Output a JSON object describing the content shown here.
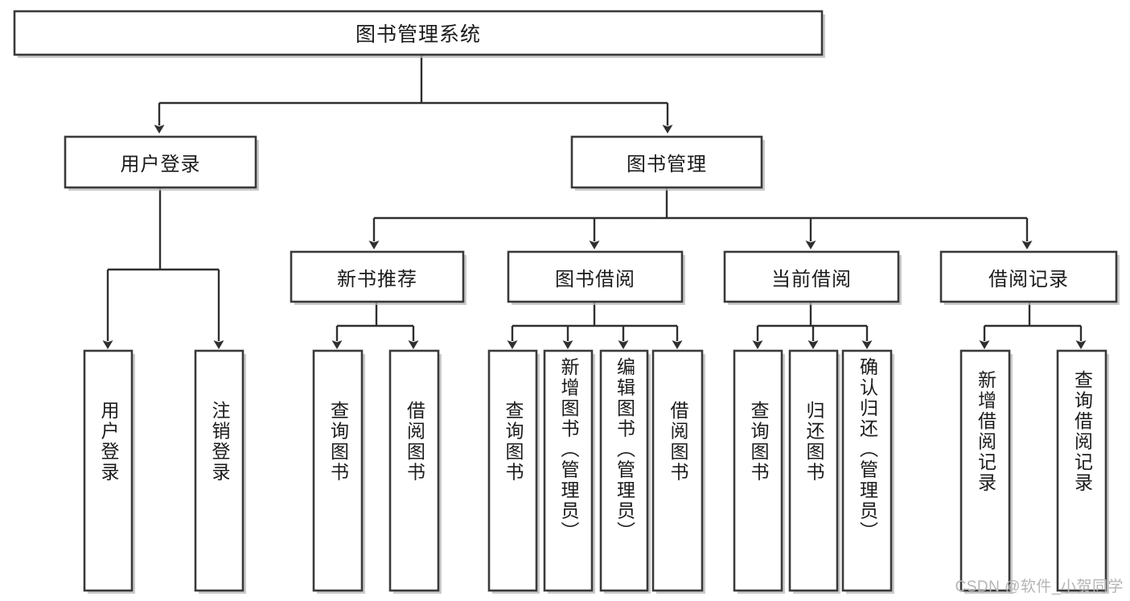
{
  "diagram": {
    "title": "图书管理系统",
    "type": "hierarchy-tree",
    "watermark": "CSDN @软件_小贺同学",
    "root": {
      "label": "图书管理系统",
      "children": [
        {
          "label": "用户登录",
          "children": [
            {
              "label": "用户登录"
            },
            {
              "label": "注销登录"
            }
          ]
        },
        {
          "label": "图书管理",
          "children": [
            {
              "label": "新书推荐",
              "children": [
                {
                  "label": "查询图书"
                },
                {
                  "label": "借阅图书"
                }
              ]
            },
            {
              "label": "图书借阅",
              "children": [
                {
                  "label": "查询图书"
                },
                {
                  "label": "新增图书（管理员）"
                },
                {
                  "label": "编辑图书（管理员）"
                },
                {
                  "label": "借阅图书"
                }
              ]
            },
            {
              "label": "当前借阅",
              "children": [
                {
                  "label": "查询图书"
                },
                {
                  "label": "归还图书"
                },
                {
                  "label": "确认归还（管理员）"
                }
              ]
            },
            {
              "label": "借阅记录",
              "children": [
                {
                  "label": "新增借阅记录"
                },
                {
                  "label": "查询借阅记录"
                }
              ]
            }
          ]
        }
      ]
    },
    "nodes": {
      "root": "图书管理系统",
      "l2_user_login": "用户登录",
      "l2_book_manage": "图书管理",
      "l3_new_book": "新书推荐",
      "l3_borrow": "图书借阅",
      "l3_current": "当前借阅",
      "l3_record": "借阅记录",
      "leaf_user_login": "用户登录",
      "leaf_logout": "注销登录",
      "leaf_nb_query": "查询图书",
      "leaf_nb_borrow": "借阅图书",
      "leaf_bw_query": "查询图书",
      "leaf_bw_add": "新增图书（管理员）",
      "leaf_bw_edit": "编辑图书（管理员）",
      "leaf_bw_borrow": "借阅图书",
      "leaf_cu_query": "查询图书",
      "leaf_cu_return": "归还图书",
      "leaf_cu_confirm": "确认归还（管理员）",
      "leaf_rc_add": "新增借阅记录",
      "leaf_rc_query": "查询借阅记录"
    },
    "colors": {
      "box_stroke": "#3a3a3a",
      "connector": "#2f2f2f",
      "background": "#ffffff",
      "text": "#1b1b1b",
      "watermark": "#b5b5b5"
    }
  }
}
